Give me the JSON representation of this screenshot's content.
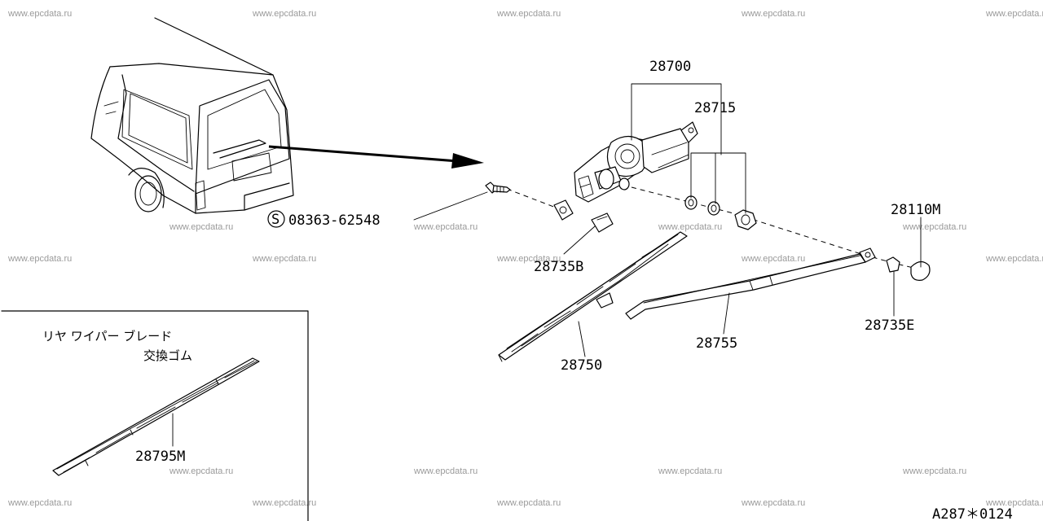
{
  "watermark": "www.epcdata.ru",
  "callouts": {
    "wiper_motor_assy": "28700",
    "motor_fitting_kit": "28715",
    "cap_right": "28110M",
    "bolt_s_mark": "S",
    "bolt_number": "08363-62548",
    "bracket_b": "28735B",
    "pivot_nut_e": "28735E",
    "wiper_arm": "28755",
    "wiper_blade": "28750",
    "refill_rubber": "28795M"
  },
  "inset": {
    "title_line1": "リヤ ワイパー ブレード",
    "title_line2": "交換ゴム"
  },
  "diagram_code": "A287＊0124"
}
